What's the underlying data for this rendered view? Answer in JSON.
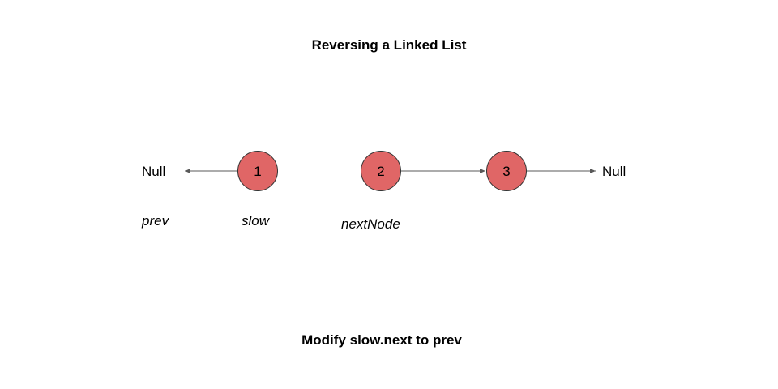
{
  "title": "Reversing a Linked List",
  "caption": "Modify slow.next to prev",
  "null_left": "Null",
  "null_right": "Null",
  "nodes": [
    {
      "label": "1"
    },
    {
      "label": "2"
    },
    {
      "label": "3"
    }
  ],
  "pointers": {
    "prev": "prev",
    "slow": "slow",
    "next_node": "nextNode"
  },
  "colors": {
    "node_fill": "#e06666",
    "node_stroke": "#333333",
    "arrow": "#595959"
  }
}
